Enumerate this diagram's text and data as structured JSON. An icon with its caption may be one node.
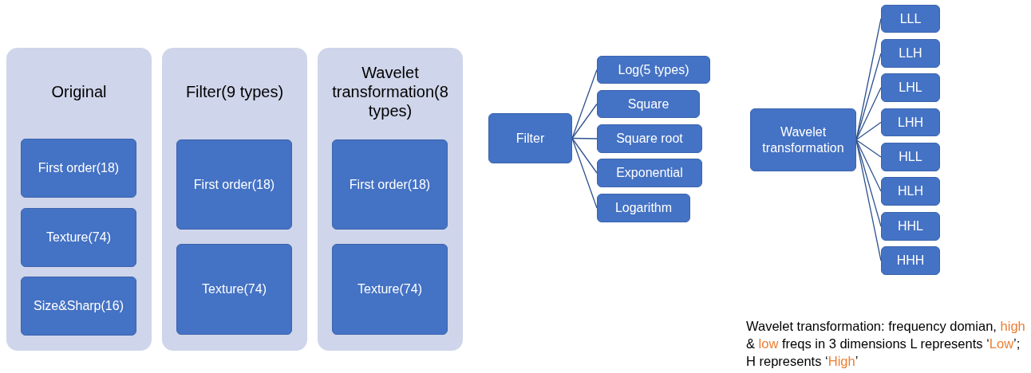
{
  "diagram": {
    "nodes": [
      {
        "text": [
          "Original"
        ]
      },
      {
        "text": [
          "First order(18)"
        ],
        "in": 0
      },
      {
        "text": [
          "Texture(74)"
        ],
        "in": 0
      },
      {
        "text": [
          "Size&Sharp(16)"
        ],
        "in": 0
      },
      {
        "text": [
          "Filter(9 types)"
        ]
      },
      {
        "text": [
          "First order(18)"
        ],
        "in": 4
      },
      {
        "text": [
          "Texture(74)"
        ],
        "in": 4
      },
      {
        "text": [
          "Wavelet transformation(8 types)"
        ]
      },
      {
        "text": [
          "First order(18)"
        ],
        "in": 7
      },
      {
        "text": [
          "Texture(74)"
        ],
        "in": 7
      },
      {
        "text": [
          "Filter"
        ]
      },
      {
        "text": [
          "Log(5 types)"
        ]
      },
      {
        "text": [
          "Square"
        ]
      },
      {
        "text": [
          "Square root"
        ]
      },
      {
        "text": [
          "Exponential"
        ]
      },
      {
        "text": [
          "Logarithm"
        ]
      },
      {
        "text": [
          "Wavelet transformation"
        ]
      },
      {
        "text": [
          "LLL"
        ]
      },
      {
        "text": [
          "LLH"
        ]
      },
      {
        "text": [
          "LHL"
        ]
      },
      {
        "text": [
          "LHH"
        ]
      },
      {
        "text": [
          "HLL"
        ]
      },
      {
        "text": [
          "HLH"
        ]
      },
      {
        "text": [
          "HHL"
        ]
      },
      {
        "text": [
          "HHH"
        ]
      }
    ],
    "edges": [
      {
        "from": 10,
        "to": 11,
        "arrow": "none"
      },
      {
        "from": 10,
        "to": 12,
        "arrow": "none"
      },
      {
        "from": 10,
        "to": 13,
        "arrow": "none"
      },
      {
        "from": 10,
        "to": 14,
        "arrow": "none"
      },
      {
        "from": 10,
        "to": 15,
        "arrow": "none"
      },
      {
        "from": 16,
        "to": 17,
        "arrow": "none"
      },
      {
        "from": 16,
        "to": 18,
        "arrow": "none"
      },
      {
        "from": 16,
        "to": 19,
        "arrow": "none"
      },
      {
        "from": 16,
        "to": 20,
        "arrow": "none"
      },
      {
        "from": 16,
        "to": 21,
        "arrow": "none"
      },
      {
        "from": 16,
        "to": 22,
        "arrow": "none"
      },
      {
        "from": 16,
        "to": 23,
        "arrow": "none"
      },
      {
        "from": 16,
        "to": 24,
        "arrow": "none"
      }
    ],
    "labels": [
      "Wavelet transformation: frequency domian, *high* & *low* freqs in 3 dimensions L represents ‘*Low*’; H represents ‘*High*’"
    ]
  }
}
